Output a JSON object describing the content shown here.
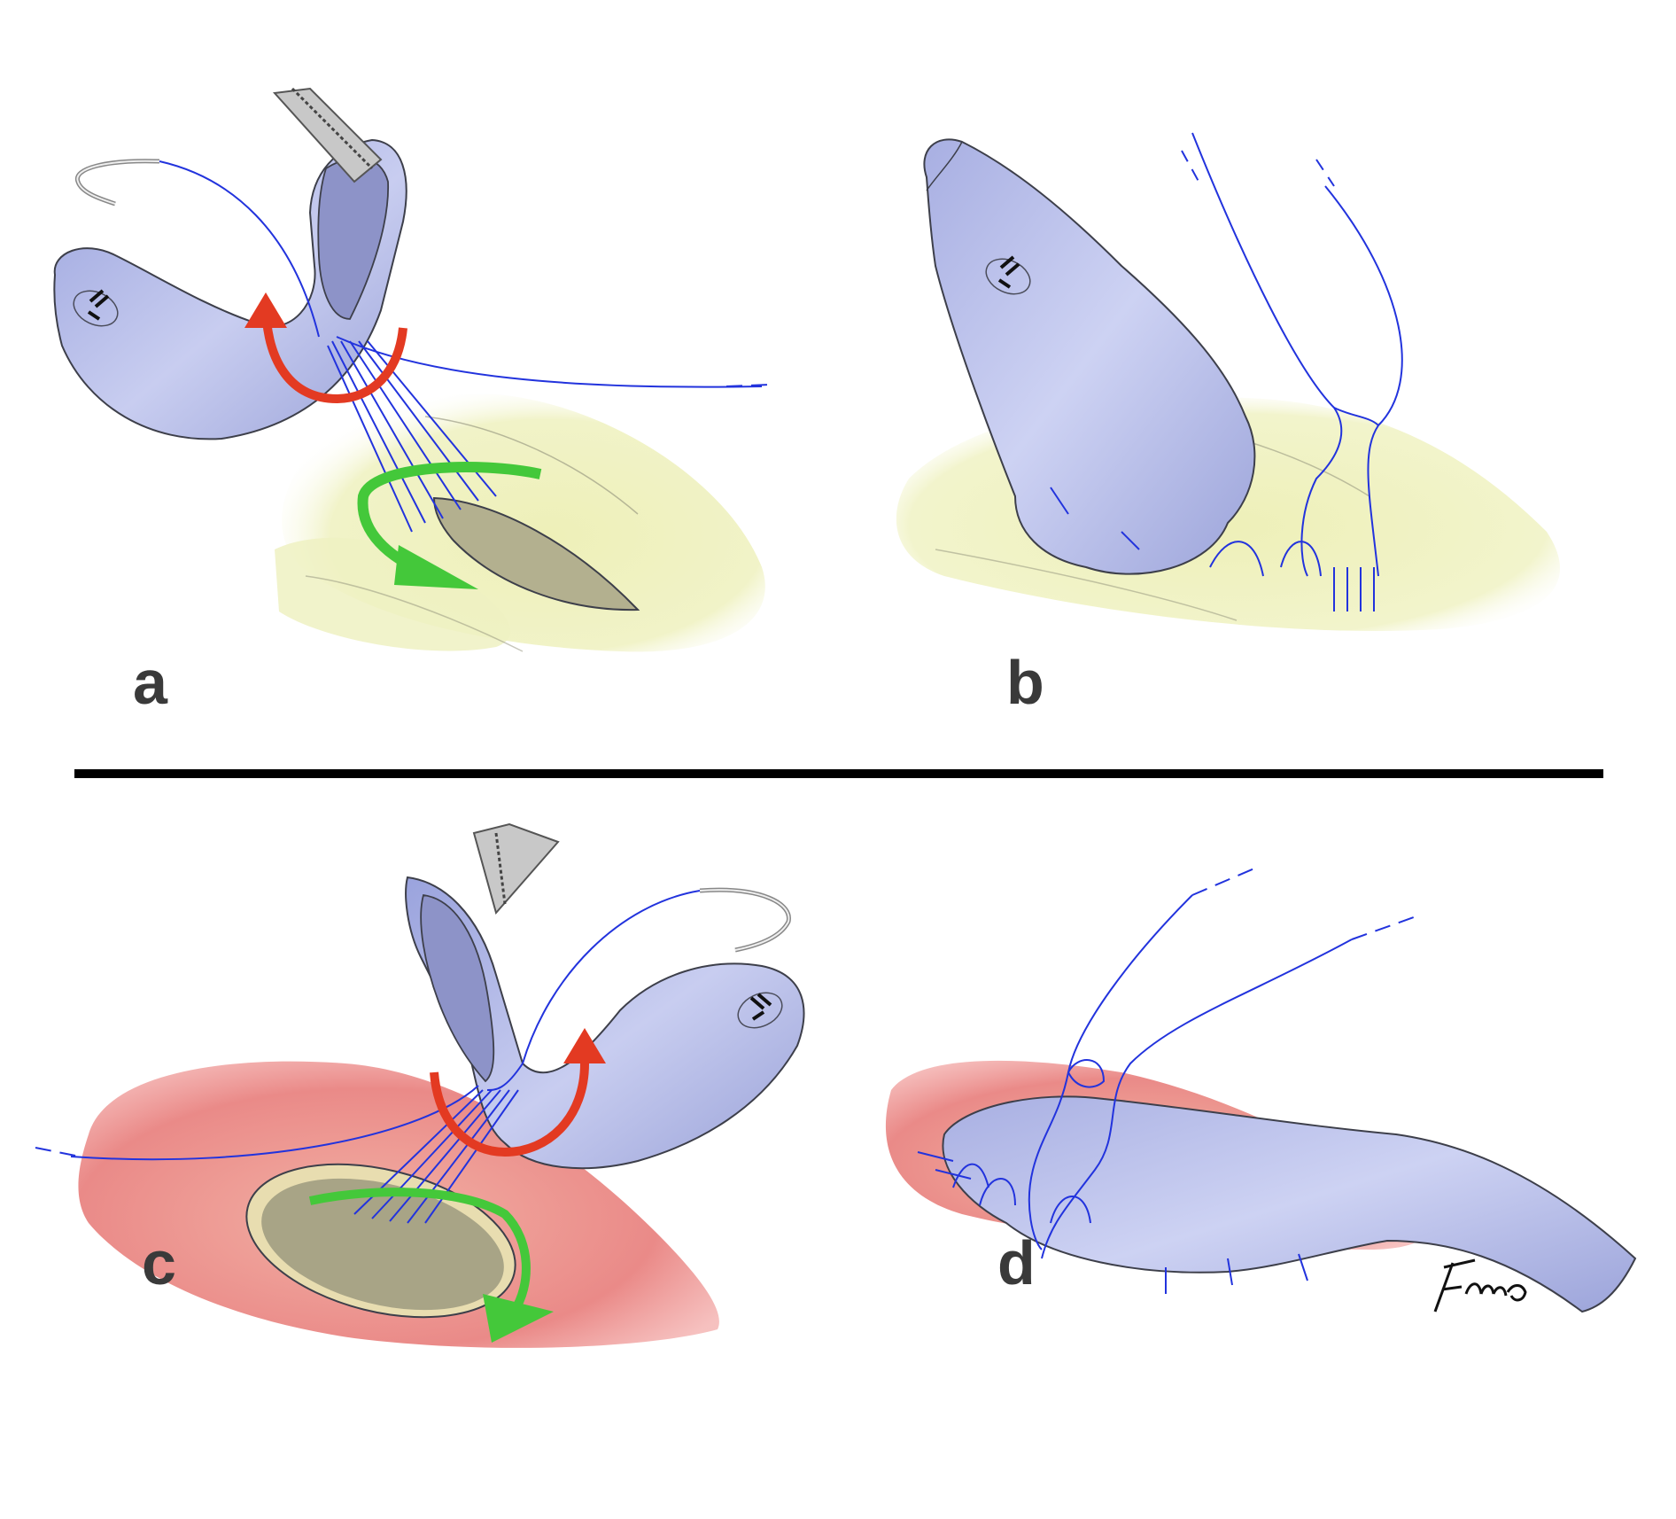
{
  "figure": {
    "panels": [
      {
        "id": "a",
        "label": "a"
      },
      {
        "id": "b",
        "label": "b"
      },
      {
        "id": "c",
        "label": "c"
      },
      {
        "id": "d",
        "label": "d"
      }
    ],
    "signature_text": "Fonna"
  },
  "colors": {
    "vessel_fill": "#aeb6e6",
    "vessel_stroke": "#3d3f4a",
    "suture": "#2233dd",
    "red_arrow": "#e33a22",
    "green_arrow": "#44c83a",
    "yellow_tissue": "#eef0b8",
    "red_tissue": "#ea8a88",
    "opening": "#b3b08f",
    "instrument": "#c8c8c8",
    "label": "#3a3a3a"
  },
  "icons": [
    "forceps-icon",
    "curved-needle-icon",
    "vessel-clip-icon",
    "red-curved-arrow-icon",
    "green-curved-arrow-icon"
  ]
}
